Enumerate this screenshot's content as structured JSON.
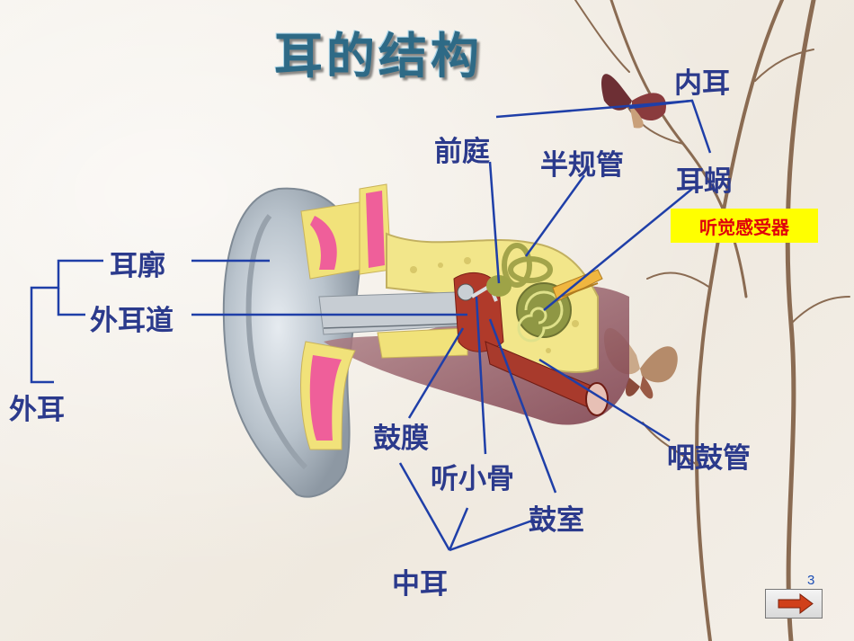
{
  "slide": {
    "title": "耳的结构",
    "page_number": "3"
  },
  "labels": {
    "auricle": "耳廓",
    "ear_canal": "外耳道",
    "outer_ear": "外耳",
    "vestibule": "前庭",
    "semicircular_canals": "半规管",
    "inner_ear": "内耳",
    "cochlea": "耳蜗",
    "auditory_receptor": "听觉感受器",
    "eustachian_tube": "咽鼓管",
    "eardrum": "鼓膜",
    "ossicles": "听小骨",
    "tympanic_cavity": "鼓室",
    "middle_ear": "中耳"
  },
  "colors": {
    "title": "#2e6a86",
    "label_text": "#2b3a8c",
    "leader_line": "#1f3fa8",
    "highlight_bg": "#ffff00",
    "highlight_text": "#e0000a"
  },
  "icons": {
    "next": "right-arrow-icon"
  }
}
